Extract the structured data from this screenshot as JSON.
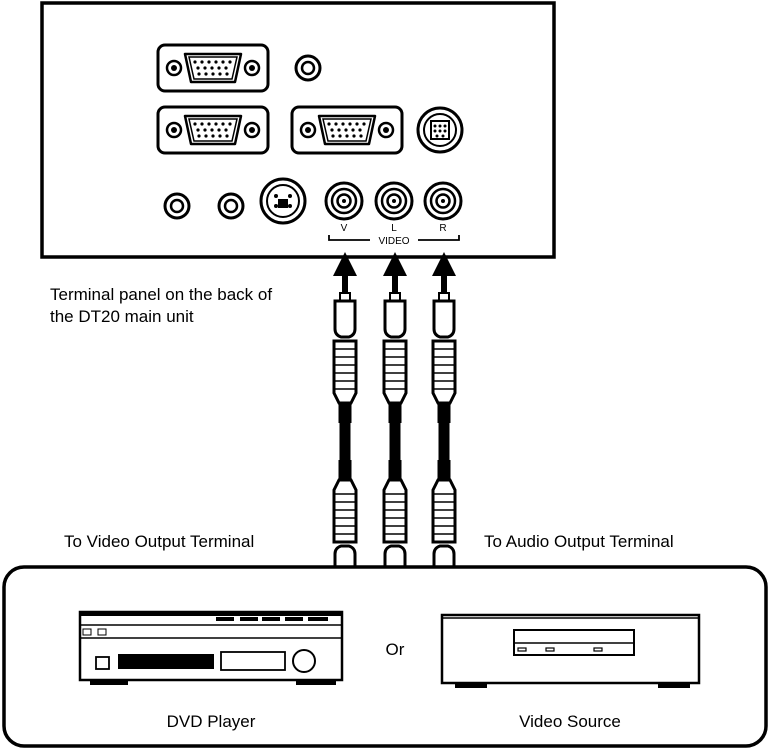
{
  "panel": {
    "caption": "Terminal panel on the back of the DT20 main unit",
    "jack_labels": {
      "v": "V",
      "l": "L",
      "r": "R",
      "group": "VIDEO"
    }
  },
  "cable_labels": {
    "video_output": "To Video Output Terminal",
    "audio_output": "To Audio Output Terminal"
  },
  "sources": {
    "left": "DVD Player",
    "separator": "Or",
    "right": "Video Source"
  },
  "colors": {
    "line": "#000000",
    "background": "#ffffff"
  }
}
